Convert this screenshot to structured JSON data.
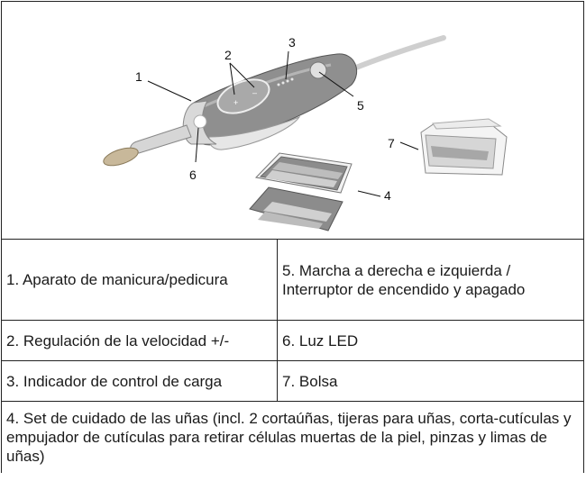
{
  "figure": {
    "callouts": [
      "1",
      "2",
      "3",
      "4",
      "5",
      "6",
      "7"
    ]
  },
  "legend": {
    "rows": [
      {
        "left": "1. Aparato de manicura/pedicura",
        "right": "5. Marcha a derecha e izquierda / Interruptor de encendido y apagado"
      },
      {
        "left": "2. Regulación de la velocidad +/-",
        "right": "6. Luz LED"
      },
      {
        "left": "3. Indicador de control de carga",
        "right": "7. Bolsa"
      }
    ],
    "full_row": "4. Set de cuidado de las uñas (incl. 2 cortaúñas, tijeras para uñas, corta-cutículas y empujador de cutículas para retirar células muertas de la piel, pinzas y limas de uñas)"
  }
}
